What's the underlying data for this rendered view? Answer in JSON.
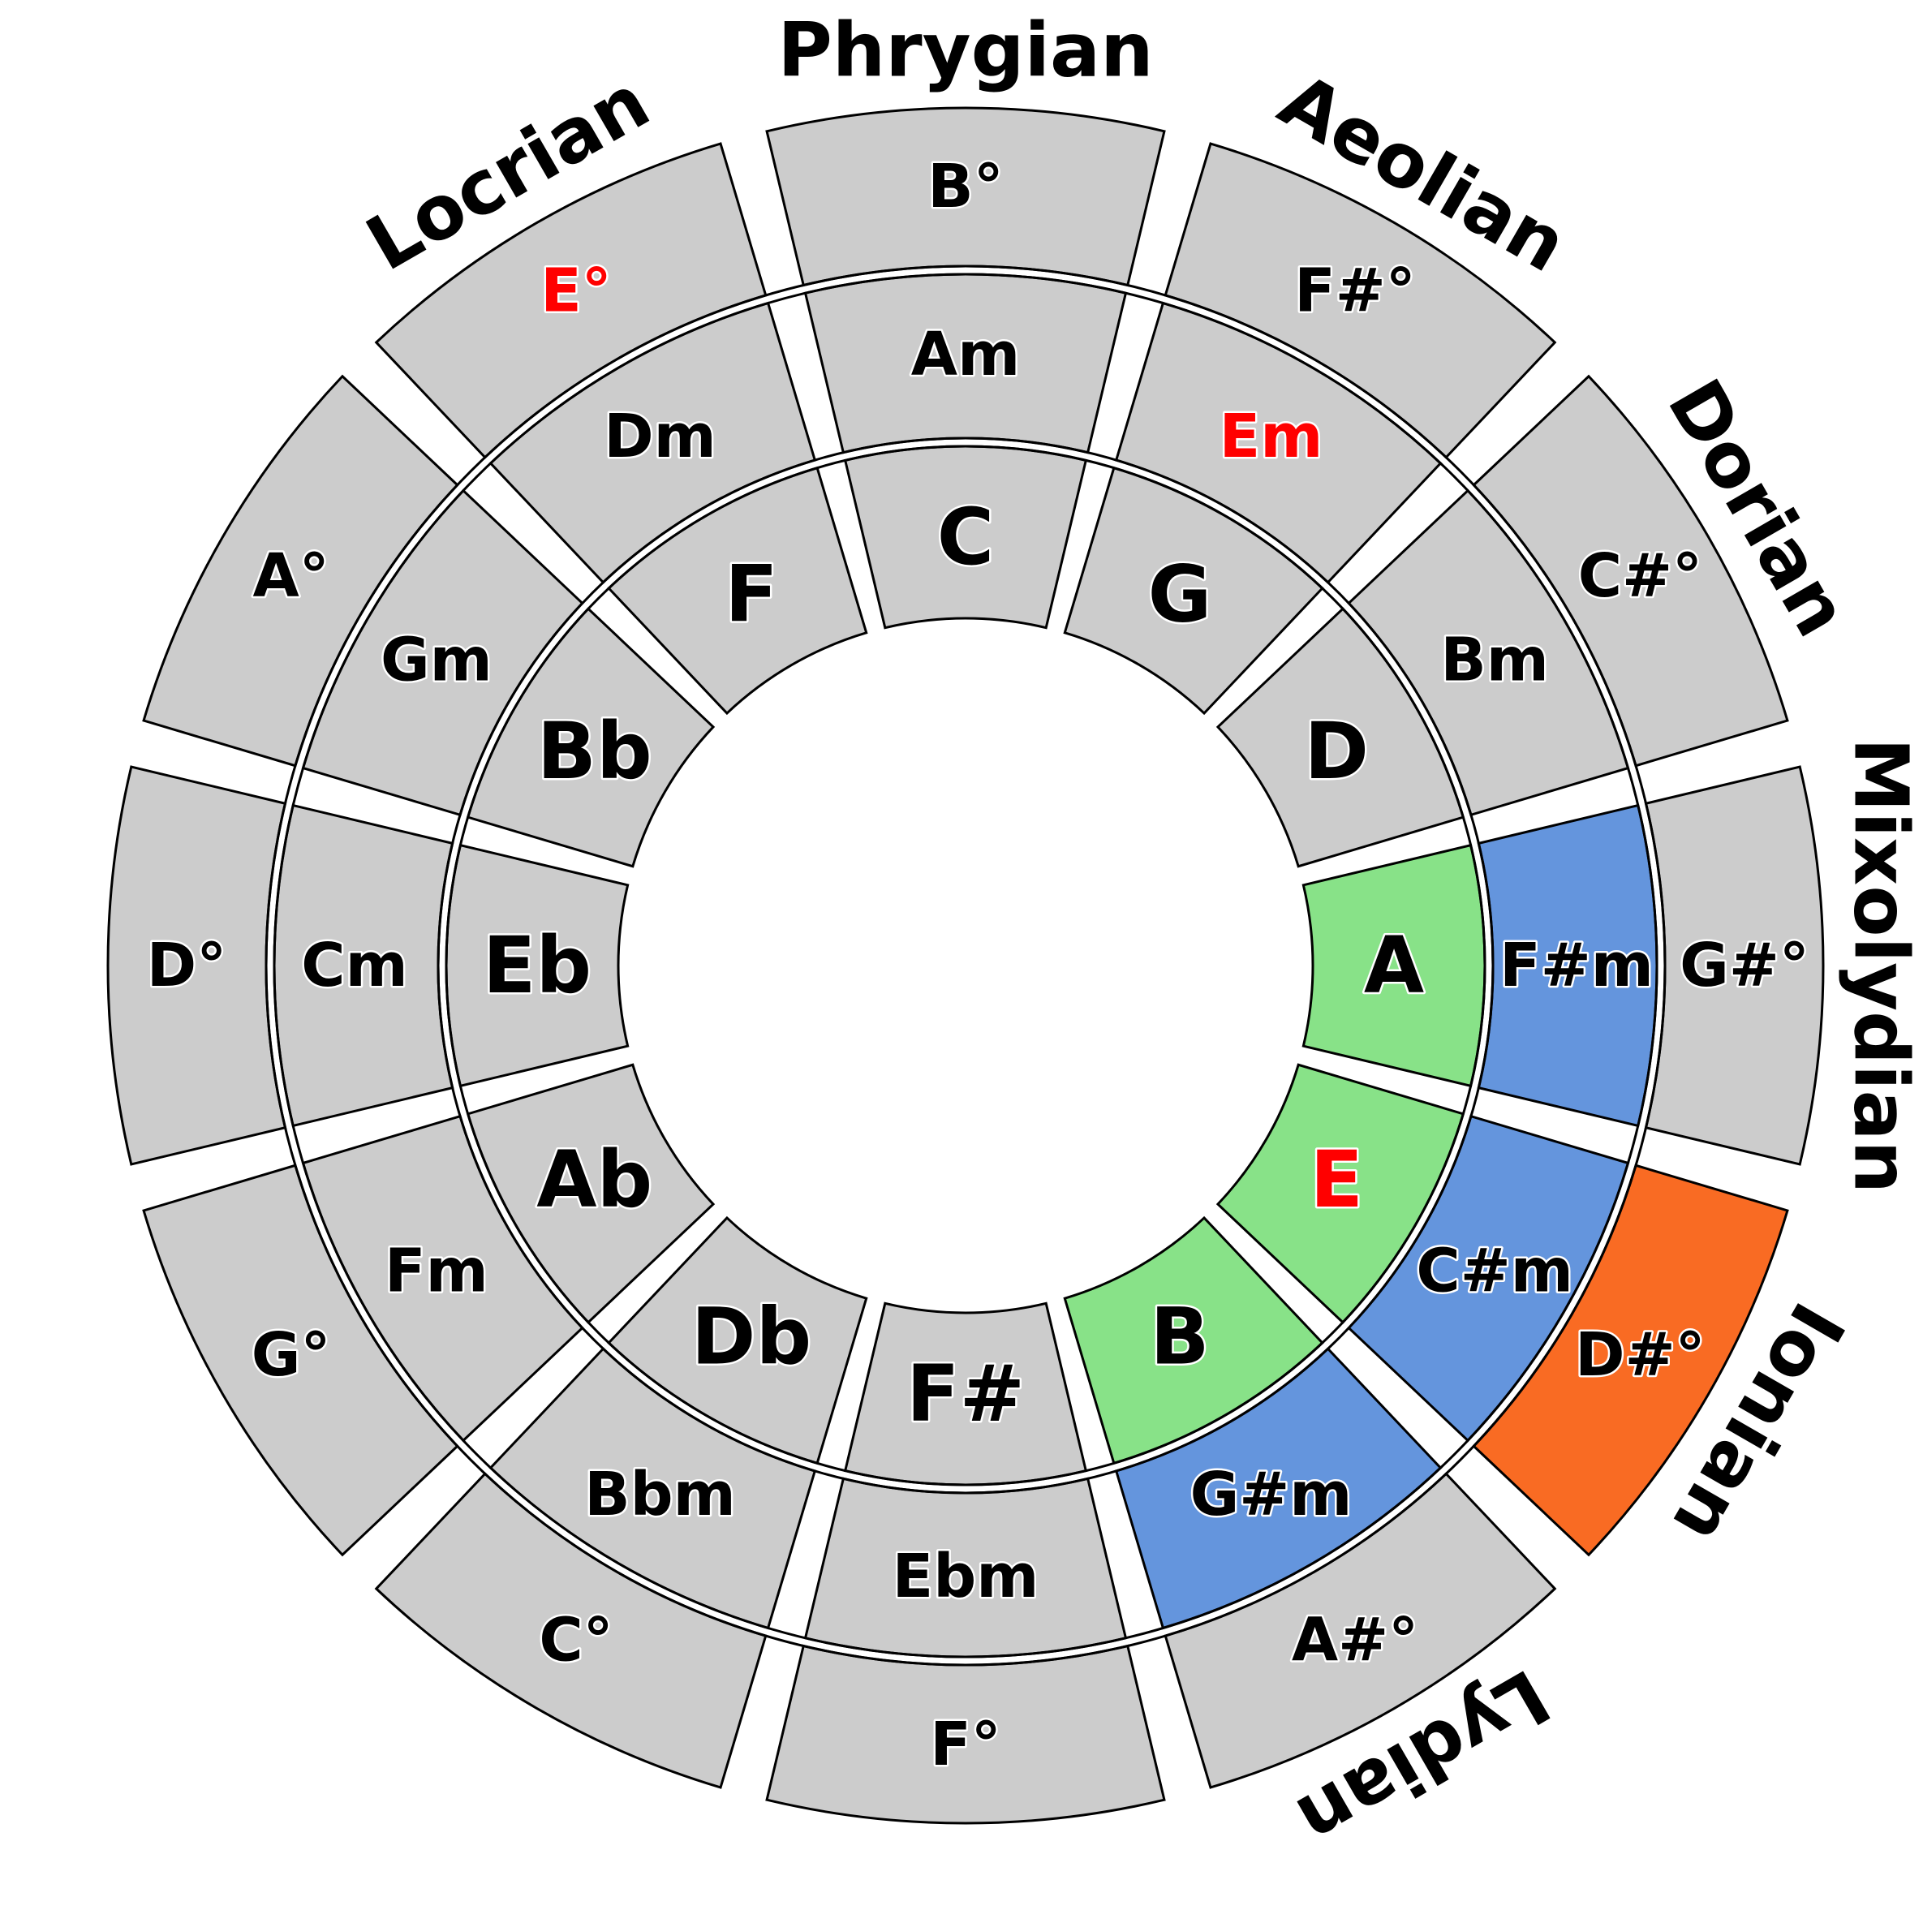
{
  "colors": {
    "base": "#cccccc",
    "major_hl": "#88e288",
    "minor_hl": "#6495dd",
    "dim_hl": "#f96b23",
    "text": "#000000",
    "text_accent": "#ff0000"
  },
  "diagram": {
    "slices": [
      {
        "mode": "Phrygian",
        "major": "C",
        "minor": "Am",
        "dim": "B°",
        "hl": [],
        "accent": []
      },
      {
        "mode": "Aeolian",
        "major": "G",
        "minor": "Em",
        "dim": "F#°",
        "hl": [],
        "accent": [
          "minor"
        ]
      },
      {
        "mode": "Dorian",
        "major": "D",
        "minor": "Bm",
        "dim": "C#°",
        "hl": [],
        "accent": []
      },
      {
        "mode": "Mixolydian",
        "major": "A",
        "minor": "F#m",
        "dim": "G#°",
        "hl": [
          "major",
          "minor"
        ],
        "accent": []
      },
      {
        "mode": "Ionian",
        "major": "E",
        "minor": "C#m",
        "dim": "D#°",
        "hl": [
          "major",
          "minor",
          "dim"
        ],
        "accent": [
          "major"
        ]
      },
      {
        "mode": "Lydian",
        "major": "B",
        "minor": "G#m",
        "dim": "A#°",
        "hl": [
          "major",
          "minor"
        ],
        "accent": []
      },
      {
        "mode": "",
        "major": "F#",
        "minor": "Ebm",
        "dim": "F°",
        "hl": [],
        "accent": []
      },
      {
        "mode": "",
        "major": "Db",
        "minor": "Bbm",
        "dim": "C°",
        "hl": [],
        "accent": []
      },
      {
        "mode": "",
        "major": "Ab",
        "minor": "Fm",
        "dim": "G°",
        "hl": [],
        "accent": []
      },
      {
        "mode": "",
        "major": "Eb",
        "minor": "Cm",
        "dim": "D°",
        "hl": [],
        "accent": []
      },
      {
        "mode": "",
        "major": "Bb",
        "minor": "Gm",
        "dim": "A°",
        "hl": [],
        "accent": []
      },
      {
        "mode": "Locrian",
        "major": "F",
        "minor": "Dm",
        "dim": "E°",
        "hl": [],
        "accent": [
          "dim"
        ]
      }
    ]
  }
}
